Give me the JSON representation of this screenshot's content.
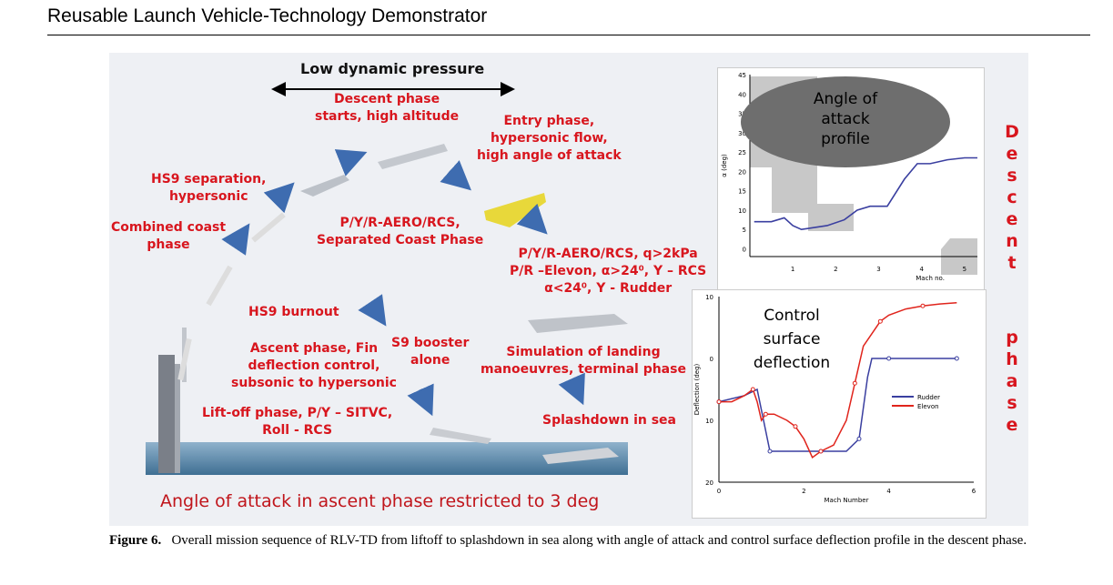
{
  "header": {
    "title": "Reusable Launch Vehicle-Technology Demonstrator"
  },
  "mission": {
    "low_dp": "Low dynamic pressure",
    "descent_start": [
      "Descent phase",
      "starts, high altitude"
    ],
    "entry": [
      "Entry phase,",
      "hypersonic flow,",
      "high angle of attack"
    ],
    "hs9_sep": [
      "HS9 separation,",
      "hypersonic"
    ],
    "coast": [
      "Combined coast",
      "phase"
    ],
    "sep_coast": [
      "P/Y/R-AERO/RCS,",
      "Separated Coast Phase"
    ],
    "control": [
      "P/Y/R-AERO/RCS, q>2kPa",
      "P/R –Elevon, α>24⁰, Y – RCS",
      "α<24⁰, Y - Rudder"
    ],
    "burnout": "HS9 burnout",
    "ascent": [
      "Ascent phase, Fin",
      "deflection control,",
      "subsonic to hypersonic"
    ],
    "s9": [
      "S9 booster",
      "alone"
    ],
    "landing": [
      "Simulation of landing",
      "manoeuvres, terminal phase"
    ],
    "liftoff": [
      "Lift-off phase, P/Y – SITVC,",
      "Roll - RCS"
    ],
    "splash": "Splashdown in sea",
    "ascent_restrict": "Angle of attack in ascent phase restricted to 3 deg",
    "descent_letters": [
      "D",
      "e",
      "s",
      "c",
      "e",
      "n",
      "t",
      "p",
      "h",
      "a",
      "s",
      "e"
    ]
  },
  "chart_data": [
    {
      "type": "line",
      "title": "Angle of attack profile",
      "title_lines": [
        "Angle of",
        "attack",
        "profile"
      ],
      "xlabel": "Mach no.",
      "ylabel": "α (deg)",
      "xlim": [
        0,
        5.3
      ],
      "ylim": [
        -2,
        45
      ],
      "xticks": [
        1,
        2,
        3,
        4,
        5
      ],
      "yticks": [
        0,
        5,
        10,
        15,
        20,
        25,
        30,
        35,
        40,
        45
      ],
      "series": [
        {
          "x": [
            0.1,
            0.5,
            0.8,
            1.0,
            1.2,
            1.5,
            1.8,
            2.2,
            2.5,
            2.8,
            3.2,
            3.6,
            3.9,
            4.2,
            4.6,
            5.0,
            5.3
          ],
          "y": [
            7,
            7,
            8,
            6,
            5,
            5.5,
            6,
            7.5,
            10,
            11,
            11,
            18,
            22,
            22,
            23,
            23.5,
            23.5
          ],
          "color": "#3a3fa0"
        }
      ]
    },
    {
      "type": "line",
      "title": "Control surface deflection",
      "title_lines": [
        "Control",
        "surface",
        "deflection"
      ],
      "xlabel": "Mach Number",
      "ylabel": "Deflection (deg)",
      "xlim": [
        0,
        6
      ],
      "ylim": [
        20,
        -10
      ],
      "xticks": [
        0,
        2,
        4,
        6
      ],
      "yticks": [
        10,
        0,
        10,
        20
      ],
      "series": [
        {
          "name": "Rudder",
          "color": "#3a3fa0",
          "x": [
            0,
            0.6,
            0.9,
            1.2,
            1.6,
            2.0,
            2.4,
            2.8,
            3.0,
            3.3,
            3.5,
            3.6,
            4.0,
            4.5,
            5.0,
            5.6
          ],
          "y": [
            7,
            6,
            5,
            15,
            15,
            15,
            15,
            15,
            15,
            13,
            3,
            0,
            0,
            0,
            0,
            0
          ]
        },
        {
          "name": "Elevon",
          "color": "#e0241c",
          "x": [
            0,
            0.3,
            0.6,
            0.8,
            0.9,
            1.0,
            1.1,
            1.3,
            1.6,
            1.8,
            2.0,
            2.2,
            2.4,
            2.7,
            3.0,
            3.2,
            3.4,
            3.6,
            3.8,
            4.0,
            4.4,
            4.8,
            5.2,
            5.6
          ],
          "y": [
            7,
            7,
            6,
            5,
            7,
            10,
            9,
            9,
            10,
            11,
            13,
            16,
            15,
            14,
            10,
            4,
            -2,
            -4,
            -6,
            -7,
            -8,
            -8.5,
            -8.8,
            -9
          ]
        }
      ]
    }
  ],
  "caption": {
    "label": "Figure 6.",
    "text": "Overall mission sequence of RLV-TD from liftoff to splashdown in sea along with angle of attack and control surface deflection profile in the descent phase."
  }
}
